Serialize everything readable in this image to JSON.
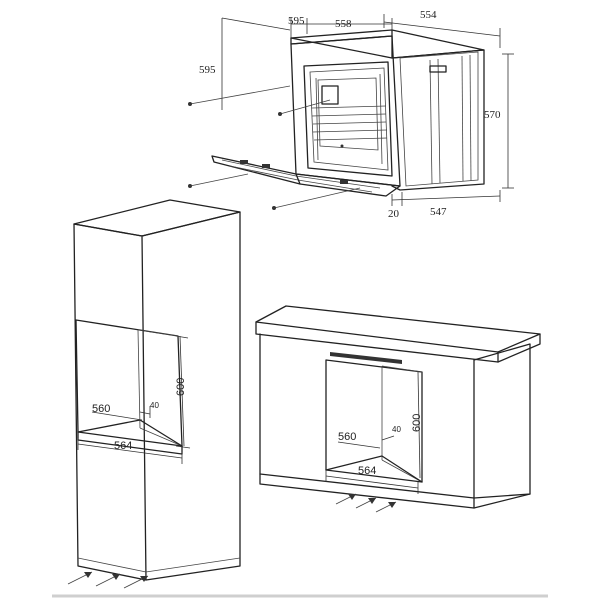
{
  "oven": {
    "dims": {
      "d595a": "595",
      "d558": "558",
      "d554": "554",
      "d595b": "595",
      "d570": "570",
      "d20": "20",
      "d547": "547"
    }
  },
  "tall_unit": {
    "dims": {
      "d600": "600",
      "d560": "560",
      "d40": "40",
      "d564": "564"
    }
  },
  "under_counter": {
    "dims": {
      "d600": "600",
      "d560": "560",
      "d40": "40",
      "d564": "564"
    }
  }
}
